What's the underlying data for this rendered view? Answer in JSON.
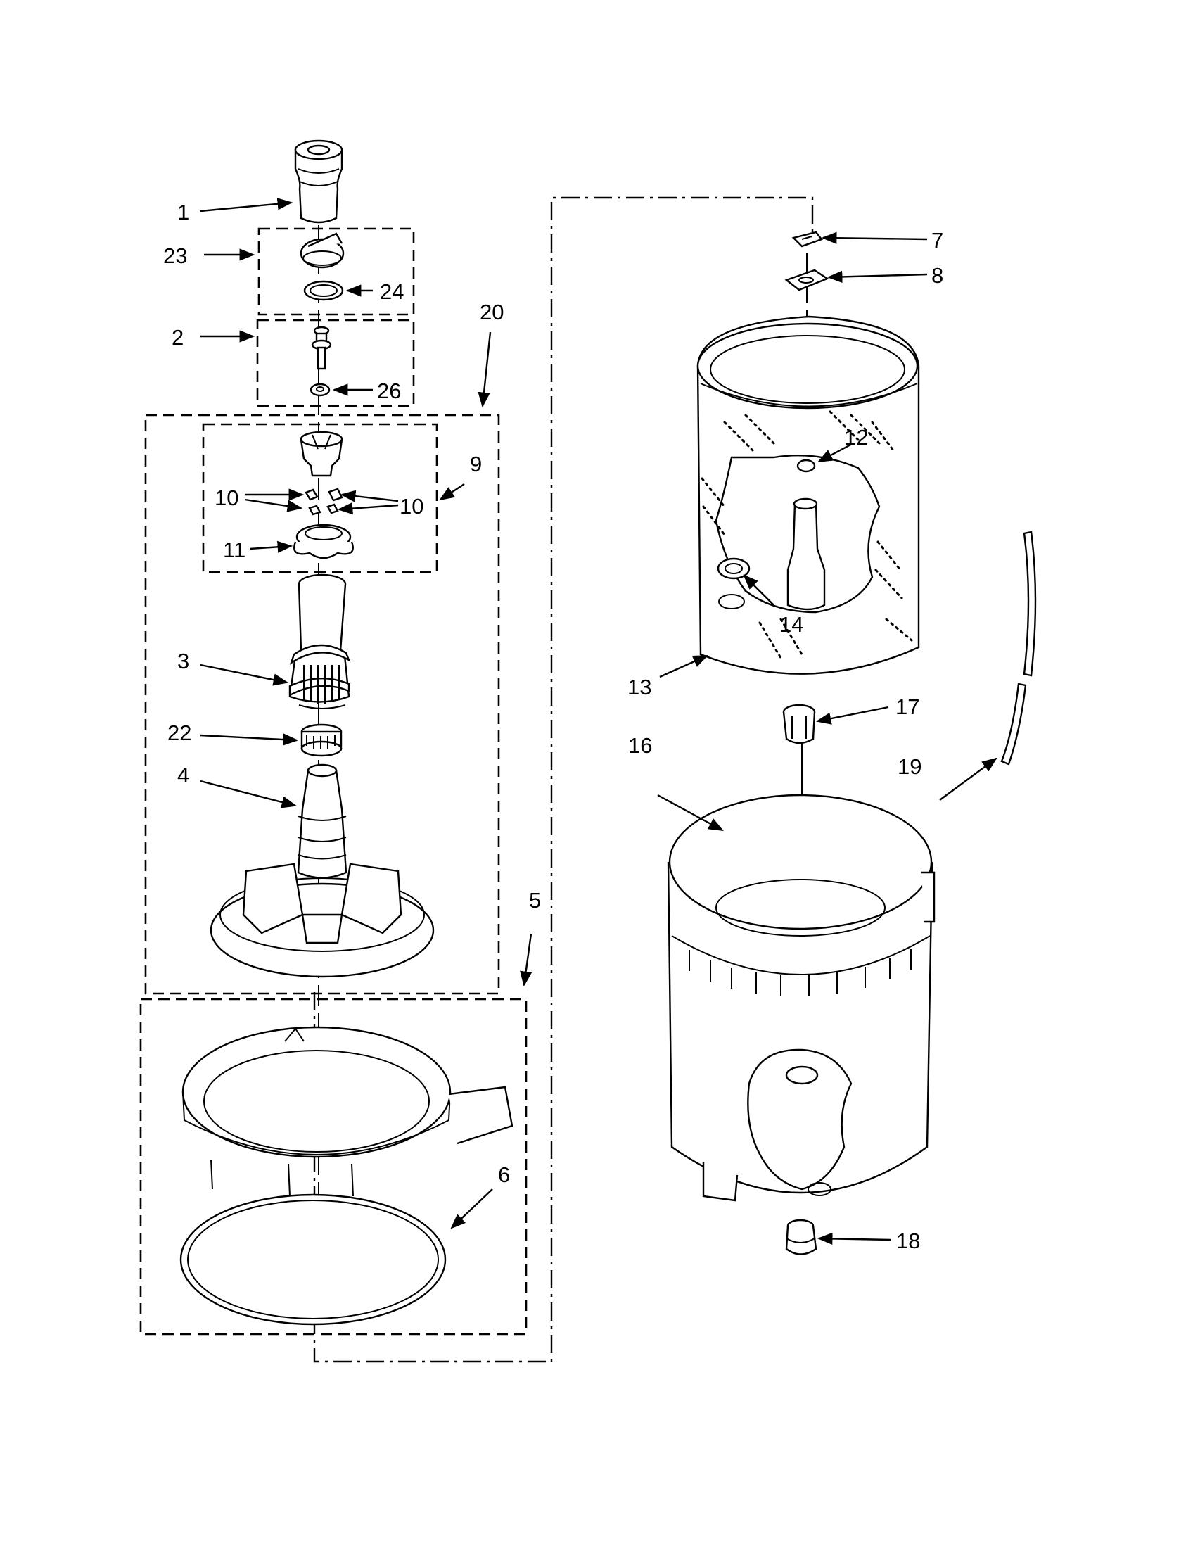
{
  "callouts": {
    "c1": "1",
    "c2": "2",
    "c3": "3",
    "c4": "4",
    "c5": "5",
    "c6": "6",
    "c7": "7",
    "c8": "8",
    "c9": "9",
    "c10a": "10",
    "c10b": "10",
    "c11": "11",
    "c12": "12",
    "c13": "13",
    "c14": "14",
    "c16": "16",
    "c17": "17",
    "c18": "18",
    "c19": "19",
    "c20": "20",
    "c22": "22",
    "c23": "23",
    "c24": "24",
    "c26": "26"
  }
}
